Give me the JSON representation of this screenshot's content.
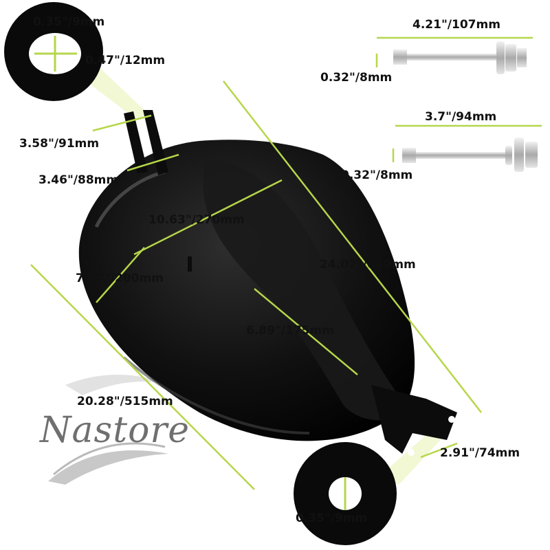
{
  "brand": {
    "name": "Nastore",
    "accent": "#c8e45a",
    "tank_color": "#0c0c0c",
    "hardware_color": "#cfcfcf"
  },
  "dimensions": {
    "mount_hole_top_h": "0.35\"/9mm",
    "mount_hole_top_w": "0.47\"/12mm",
    "top_bracket_outer": "3.58\"/91mm",
    "top_bracket_inner": "3.46\"/88mm",
    "tunnel_length": "10.63\"/270mm",
    "front_width": "7.87\"/200mm",
    "overall_length": "24.02\"/610mm",
    "rear_spine": "6.89\"/175mm",
    "side_length": "20.28\"/515mm",
    "rear_bracket": "2.91\"/74mm",
    "mount_hole_bottom": "0.35\"/9mm",
    "bolt_long_length": "4.21\"/107mm",
    "bolt_long_diameter": "0.32\"/8mm",
    "bolt_short_length": "3.7\"/94mm",
    "bolt_short_diameter": "0.32\"/8mm"
  }
}
